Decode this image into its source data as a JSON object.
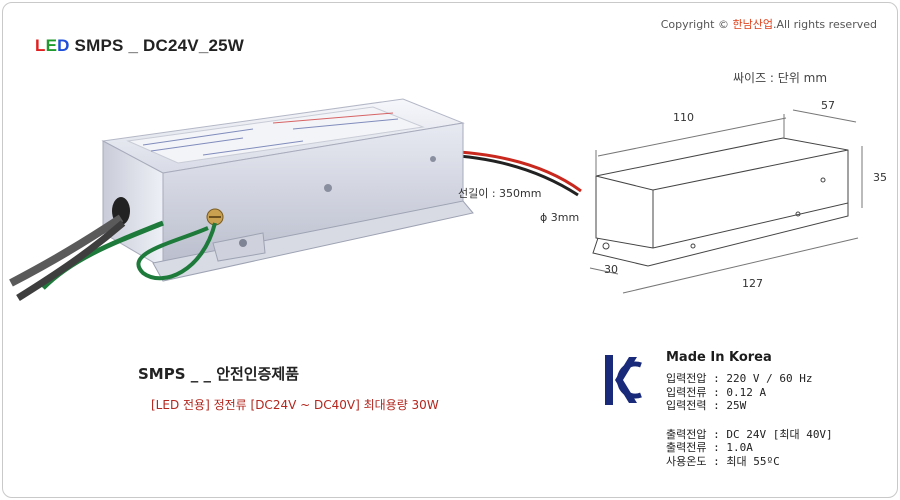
{
  "header": {
    "title_l": "L",
    "title_e": "E",
    "title_d": "D",
    "title_rest": " SMPS _ DC24V_25W"
  },
  "copyright": {
    "prefix": "Copyright © ",
    "brand": "한남산업",
    "suffix": ".All rights reserved"
  },
  "product": {
    "wire_length": "선길이 : 350mm"
  },
  "drawing": {
    "size_title": "싸이즈 : 단위 mm",
    "dim_110": "110",
    "dim_57": "57",
    "dim_35": "35",
    "dim_hole": "ϕ 3mm",
    "dim_30": "30",
    "dim_127": "127"
  },
  "description": {
    "subtitle": "SMPS _ _ 안전인증제품",
    "spec_line": "[LED 전용] 정전류 [DC24V ~ DC40V] 최대용량 30W"
  },
  "specs": {
    "made_in": "Made In Korea",
    "input_voltage": "입력전압 : 220 V / 60 Hz",
    "input_current": "입력전류 : 0.12 A",
    "input_power": "입력전력 : 25W",
    "output_voltage": "출력전압 : DC 24V [최대 40V]",
    "output_current": "출력전류 : 1.0A",
    "operating_temp": "사용온도 : 최대 55ºC"
  },
  "colors": {
    "accent_red": "#b3261e",
    "kc_blue": "#1a2a7a"
  }
}
